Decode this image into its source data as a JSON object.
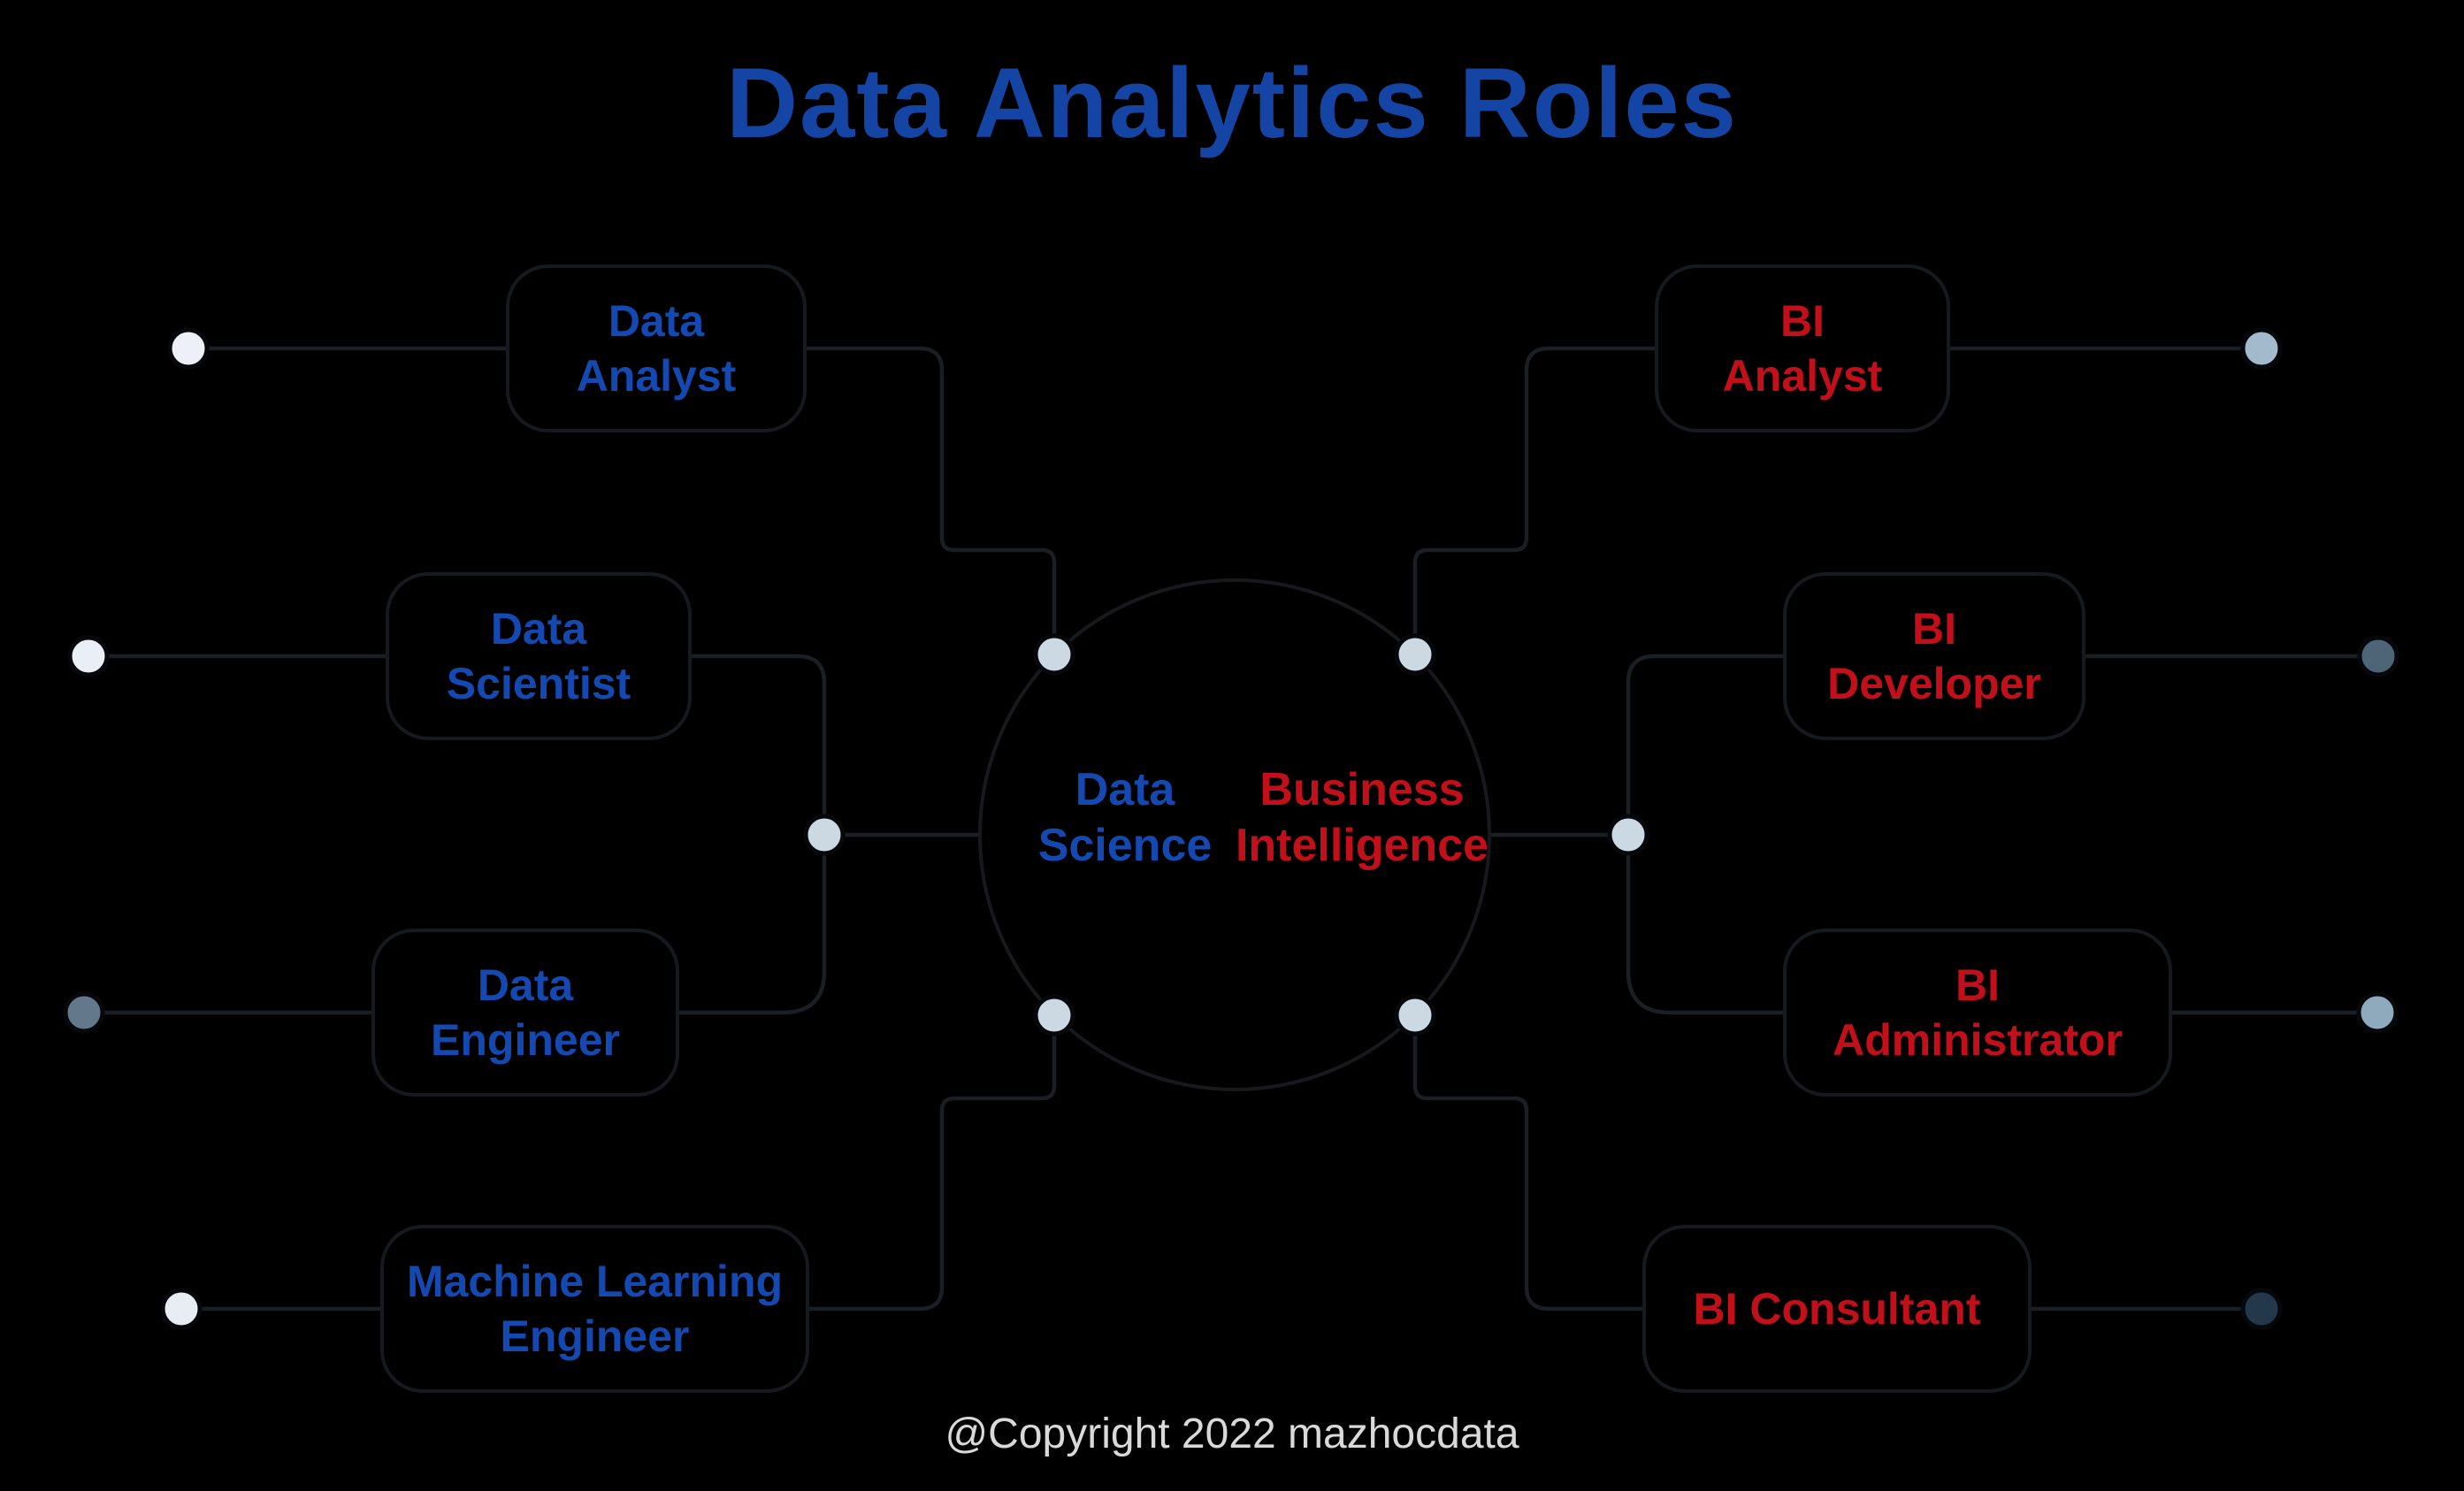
{
  "palette": {
    "background": "#000000",
    "title_blue": "#1545A4",
    "node_blue": "#1549B2",
    "node_red": "#C2101A",
    "line": "#1B1E23",
    "circle_outline": "#17191C",
    "footer_gray": "#D9D9D9"
  },
  "title": {
    "text": "Data Analytics Roles"
  },
  "center_circle": {
    "left_label": {
      "lines": [
        "Data",
        "Science"
      ]
    },
    "right_label": {
      "lines": [
        "Business",
        "Intelligence"
      ]
    }
  },
  "left_nodes": [
    {
      "id": "data-analyst",
      "lines": [
        "Data",
        "Analyst"
      ]
    },
    {
      "id": "data-scientist",
      "lines": [
        "Data",
        "Scientist"
      ]
    },
    {
      "id": "data-engineer",
      "lines": [
        "Data",
        "Engineer"
      ]
    },
    {
      "id": "ml-engineer",
      "lines": [
        "Machine Learning",
        "Engineer"
      ]
    }
  ],
  "right_nodes": [
    {
      "id": "bi-analyst",
      "lines": [
        "BI",
        "Analyst"
      ]
    },
    {
      "id": "bi-developer",
      "lines": [
        "BI",
        "Developer"
      ]
    },
    {
      "id": "bi-administrator",
      "lines": [
        "BI",
        "Administrator"
      ]
    },
    {
      "id": "bi-consultant",
      "lines": [
        "BI Consultant"
      ]
    }
  ],
  "endpoint_dots": {
    "left": [
      {
        "name": "data-analyst-endpoint-dot",
        "color": "#EDF1F7"
      },
      {
        "name": "data-scientist-endpoint-dot",
        "color": "#E9EFF5"
      },
      {
        "name": "data-engineer-endpoint-dot",
        "color": "#64788C"
      },
      {
        "name": "ml-engineer-endpoint-dot",
        "color": "#E7EDF3"
      }
    ],
    "right": [
      {
        "name": "bi-analyst-endpoint-dot",
        "color": "#A3BACD"
      },
      {
        "name": "bi-developer-endpoint-dot",
        "color": "#4E6578"
      },
      {
        "name": "bi-administrator-endpoint-dot",
        "color": "#8FA9BD"
      },
      {
        "name": "bi-consultant-endpoint-dot",
        "color": "#24384B"
      }
    ]
  },
  "junction_dots": {
    "color": "#CDD9E2"
  },
  "footer": {
    "text": "@Copyright 2022 mazhocdata"
  }
}
